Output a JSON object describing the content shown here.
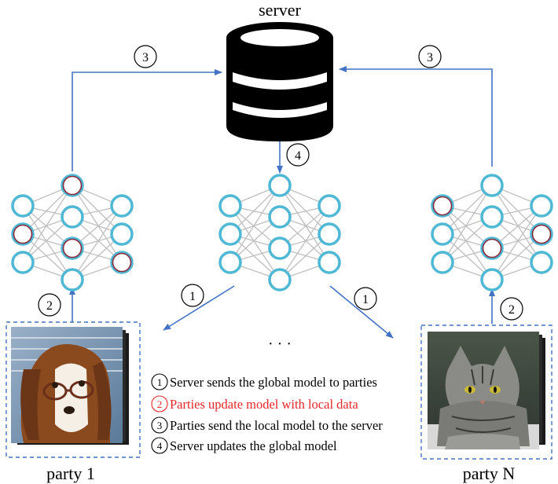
{
  "server_label": "server",
  "party_left_label": "party 1",
  "party_right_label": "party N",
  "ellipsis": "· · ·",
  "steps": {
    "s1": "1",
    "s2": "2",
    "s3": "3",
    "s4": "4"
  },
  "legend": [
    {
      "num": "1",
      "text": "Server sends the global model to parties",
      "color": "#000000"
    },
    {
      "num": "2",
      "text": "Parties update model with local data",
      "color": "#e8262a"
    },
    {
      "num": "3",
      "text": "Parties send the local model to the server",
      "color": "#000000"
    },
    {
      "num": "4",
      "text": "Server updates the global model",
      "color": "#000000"
    }
  ],
  "colors": {
    "node_stroke": "#4fb8d4",
    "updated_node_stroke": "#8a2a3a",
    "edge": "#bfbfbf",
    "arrow": "#4472c4",
    "dashed_box": "#4472c4",
    "highlight_text": "#e8262a"
  },
  "images": {
    "left": "dog-photo",
    "right": "cat-photo"
  }
}
